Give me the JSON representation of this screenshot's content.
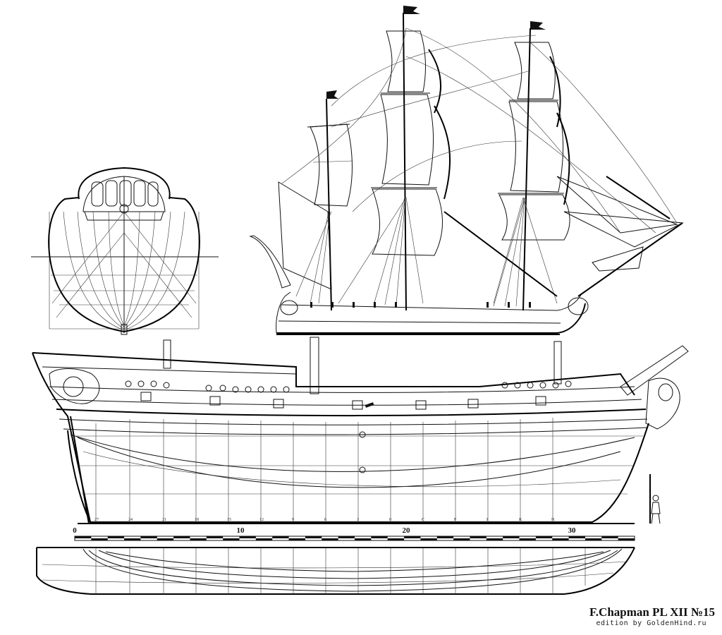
{
  "plate": {
    "title": "F.Chapman PL  XII    №15",
    "edition": "edition by GoldenHind.ru"
  },
  "scale_bar": {
    "ticks": [
      {
        "value": 0,
        "label": "0"
      },
      {
        "value": 10,
        "label": "10"
      },
      {
        "value": 20,
        "label": "20"
      },
      {
        "value": 30,
        "label": "30"
      }
    ]
  },
  "stations": [
    "27",
    "24",
    "21",
    "18",
    "15",
    "12",
    "9",
    "6",
    "3",
    "0",
    "C",
    "F",
    "I",
    "K",
    "N"
  ],
  "views": {
    "body_plan": "body-plan",
    "sail_plan": "sail-plan",
    "sheer_plan": "sheer-plan",
    "half_breadth": "half-breadth-plan",
    "figure": "scale-figure"
  }
}
